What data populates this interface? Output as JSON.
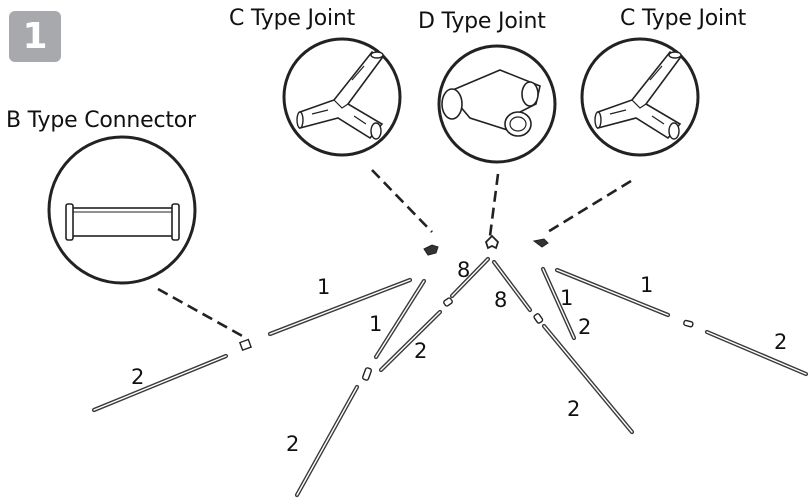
{
  "step": {
    "number": "1"
  },
  "labels": {
    "c_type_joint_left": "C Type Joint",
    "d_type_joint": "D Type Joint",
    "c_type_joint_right": "C Type Joint",
    "b_type_connector": "B Type Connector"
  },
  "pole_numbers": {
    "upper_left_pole": "1",
    "lower_left_pole": "2",
    "center_upper_pole": "1",
    "center_lower_pole": "2",
    "bottom_pole": "2",
    "center_joint_count_a": "8",
    "center_joint_count_b": "8",
    "right_inner_pole": "1",
    "right_inner_lower": "2",
    "right_lower_pole": "2",
    "right_upper_pole": "1",
    "far_right_pole": "2"
  },
  "colors": {
    "badge": "#a7a9ac",
    "stroke": "#222222",
    "pole": "#3a3a3a"
  }
}
